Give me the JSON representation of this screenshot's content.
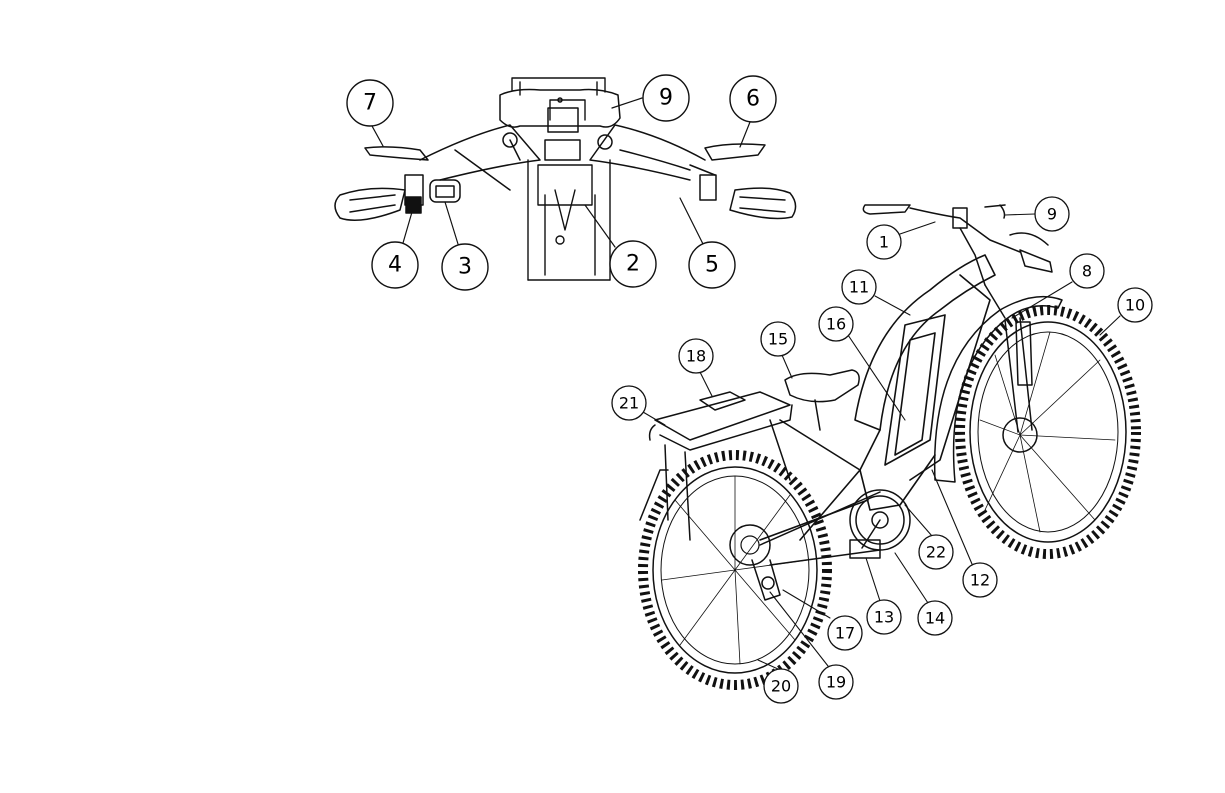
{
  "handlebar_callouts": [
    {
      "id": "7",
      "label": "7"
    },
    {
      "id": "9",
      "label": "9"
    },
    {
      "id": "6",
      "label": "6"
    },
    {
      "id": "4",
      "label": "4"
    },
    {
      "id": "3",
      "label": "3"
    },
    {
      "id": "2",
      "label": "2"
    },
    {
      "id": "5",
      "label": "5"
    }
  ],
  "bike_callouts": [
    {
      "id": "9",
      "label": "9"
    },
    {
      "id": "1",
      "label": "1"
    },
    {
      "id": "8",
      "label": "8"
    },
    {
      "id": "10",
      "label": "10"
    },
    {
      "id": "11",
      "label": "11"
    },
    {
      "id": "16",
      "label": "16"
    },
    {
      "id": "15",
      "label": "15"
    },
    {
      "id": "18",
      "label": "18"
    },
    {
      "id": "21",
      "label": "21"
    },
    {
      "id": "22",
      "label": "22"
    },
    {
      "id": "12",
      "label": "12"
    },
    {
      "id": "13",
      "label": "13"
    },
    {
      "id": "14",
      "label": "14"
    },
    {
      "id": "17",
      "label": "17"
    },
    {
      "id": "19",
      "label": "19"
    },
    {
      "id": "20",
      "label": "20"
    }
  ],
  "colors": {
    "line": "#111111",
    "background": "#ffffff"
  }
}
